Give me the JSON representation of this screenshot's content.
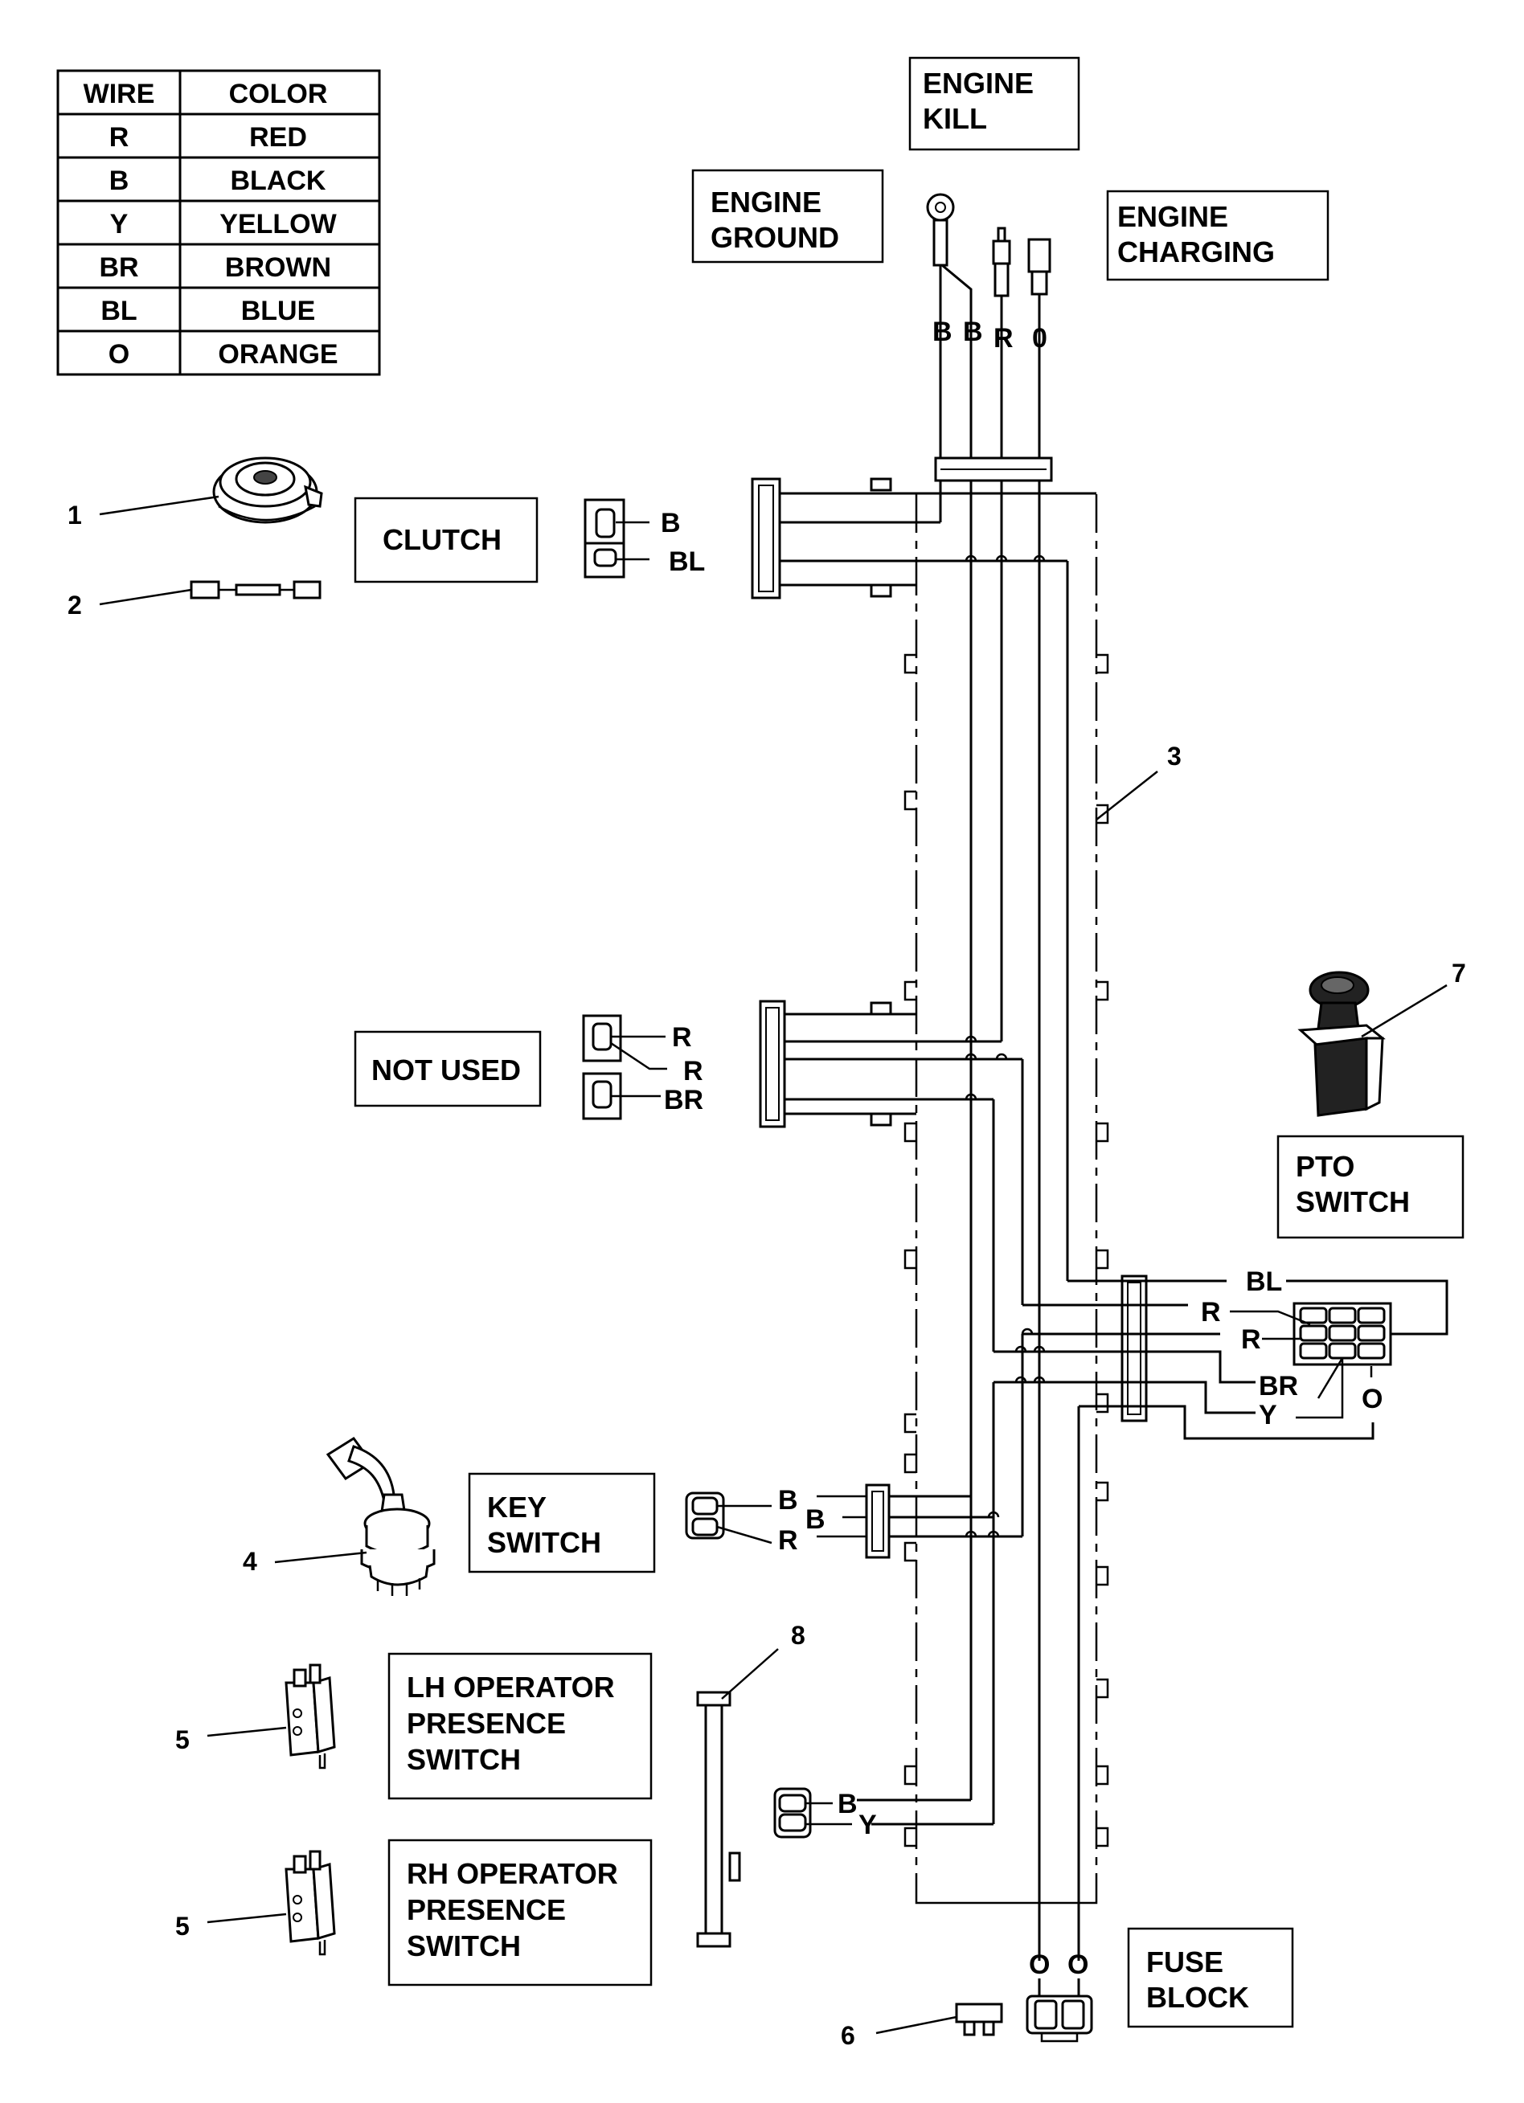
{
  "color_table": {
    "headers": [
      "WIRE",
      "COLOR"
    ],
    "rows": [
      [
        "R",
        "RED"
      ],
      [
        "B",
        "BLACK"
      ],
      [
        "Y",
        "YELLOW"
      ],
      [
        "BR",
        "BROWN"
      ],
      [
        "BL",
        "BLUE"
      ],
      [
        "O",
        "ORANGE"
      ]
    ]
  },
  "labels": {
    "engine_kill": [
      "ENGINE",
      "KILL"
    ],
    "engine_ground": [
      "ENGINE",
      "GROUND"
    ],
    "engine_charging": [
      "ENGINE",
      "CHARGING"
    ],
    "clutch": [
      "CLUTCH"
    ],
    "not_used": [
      "NOT USED"
    ],
    "pto_switch": [
      "PTO",
      "SWITCH"
    ],
    "key_switch": [
      "KEY",
      "SWITCH"
    ],
    "lh_switch": [
      "LH OPERATOR",
      "PRESENCE",
      "SWITCH"
    ],
    "rh_switch": [
      "RH OPERATOR",
      "PRESENCE",
      "SWITCH"
    ],
    "fuse_block": [
      "FUSE",
      "BLOCK"
    ]
  },
  "callouts": [
    "1",
    "2",
    "3",
    "4",
    "5",
    "5",
    "6",
    "7",
    "8"
  ],
  "wire_labels": {
    "engine_top": [
      "B",
      "B",
      "R",
      "0"
    ],
    "clutch": [
      "B",
      "BL"
    ],
    "not_used": [
      "R",
      "R",
      "BR"
    ],
    "pto": [
      "BL",
      "R",
      "R",
      "BR",
      "Y",
      "O"
    ],
    "key": [
      "B",
      "B",
      "R"
    ],
    "oper": [
      "B",
      "Y"
    ],
    "fuse": [
      "O",
      "O"
    ]
  }
}
